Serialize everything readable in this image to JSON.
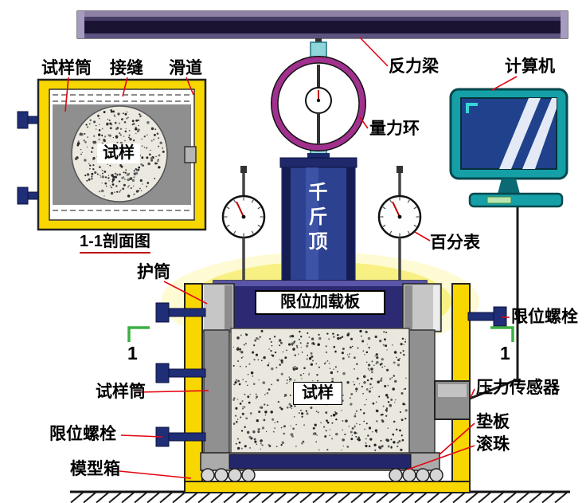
{
  "labels": {
    "specimen_tube_top": "试样筒",
    "joint": "接缝",
    "slide_way": "滑道",
    "reaction_beam": "反力梁",
    "computer": "计算机",
    "proving_ring": "量力环",
    "jack": "千斤顶",
    "dial_gauge": "百分表",
    "section_view": "1-1剖面图",
    "specimen_section": "试样",
    "casing": "护筒",
    "limit_loading_plate": "限位加载板",
    "limit_bolt_right": "限位螺栓",
    "section_mark_left": "1",
    "section_mark_right": "1",
    "specimen_tube_bottom": "试样筒",
    "pressure_sensor": "压力传感器",
    "specimen_main": "试样",
    "limit_bolt_left": "限位螺栓",
    "backing_plate": "垫板",
    "rollers": "滚珠",
    "model_box": "模型箱"
  },
  "colors": {
    "frame_yellow": "#F8D701",
    "ring_magenta": "#A2308E",
    "deep_blue": "#1B2A6B",
    "jack_blue": "#2D4191",
    "plate_indigo": "#2D2A74",
    "monitor_teal": "#14A0A6",
    "screen_blue": "#20418C",
    "leader_red": "#E30613",
    "section_mark_green": "#3CB043",
    "glow_yellow": "#F7EE6E",
    "specimen_gray": "#EAE7DE"
  }
}
